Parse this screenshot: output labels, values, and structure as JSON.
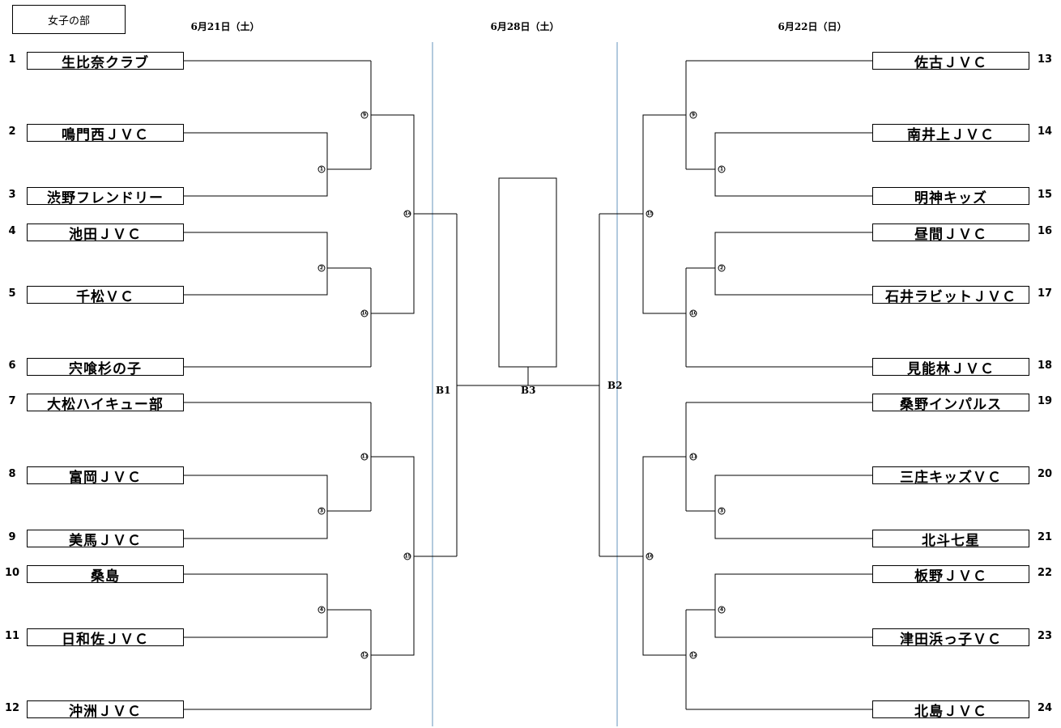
{
  "title": "女子の部",
  "dates": {
    "left": "6月21日（土）",
    "center": "6月28日（土）",
    "right": "6月22日（日）"
  },
  "teams_left": [
    {
      "seed": "1",
      "name": "生比奈クラブ"
    },
    {
      "seed": "2",
      "name": "鳴門西ＪＶＣ"
    },
    {
      "seed": "3",
      "name": "渋野フレンドリー"
    },
    {
      "seed": "4",
      "name": "池田ＪＶＣ"
    },
    {
      "seed": "5",
      "name": "千松ＶＣ"
    },
    {
      "seed": "6",
      "name": "宍喰杉の子"
    },
    {
      "seed": "7",
      "name": "大松ハイキュー部"
    },
    {
      "seed": "8",
      "name": "富岡ＪＶＣ"
    },
    {
      "seed": "9",
      "name": "美馬ＪＶＣ"
    },
    {
      "seed": "10",
      "name": "桑島"
    },
    {
      "seed": "11",
      "name": "日和佐ＪＶＣ"
    },
    {
      "seed": "12",
      "name": "沖洲ＪＶＣ"
    }
  ],
  "teams_right": [
    {
      "seed": "13",
      "name": "佐古ＪＶＣ"
    },
    {
      "seed": "14",
      "name": "南井上ＪＶＣ"
    },
    {
      "seed": "15",
      "name": "明神キッズ"
    },
    {
      "seed": "16",
      "name": "昼間ＪＶＣ"
    },
    {
      "seed": "17",
      "name": "石井ラビットＪＶＣ"
    },
    {
      "seed": "18",
      "name": "見能林ＪＶＣ"
    },
    {
      "seed": "19",
      "name": "桑野インパルス"
    },
    {
      "seed": "20",
      "name": "三庄キッズＶＣ"
    },
    {
      "seed": "21",
      "name": "北斗七星"
    },
    {
      "seed": "22",
      "name": "板野ＪＶＣ"
    },
    {
      "seed": "23",
      "name": "津田浜っ子ＶＣ"
    },
    {
      "seed": "24",
      "name": "北島ＪＶＣ"
    }
  ],
  "match_numbers_left": [
    "1",
    "2",
    "3",
    "4",
    "9",
    "10",
    "11",
    "12",
    "14",
    "15"
  ],
  "match_numbers_right": [
    "1",
    "2",
    "3",
    "4",
    "9",
    "10",
    "11",
    "12",
    "15",
    "16"
  ],
  "bracket_labels": {
    "b1": "B1",
    "b2": "B2",
    "b3": "B3"
  }
}
